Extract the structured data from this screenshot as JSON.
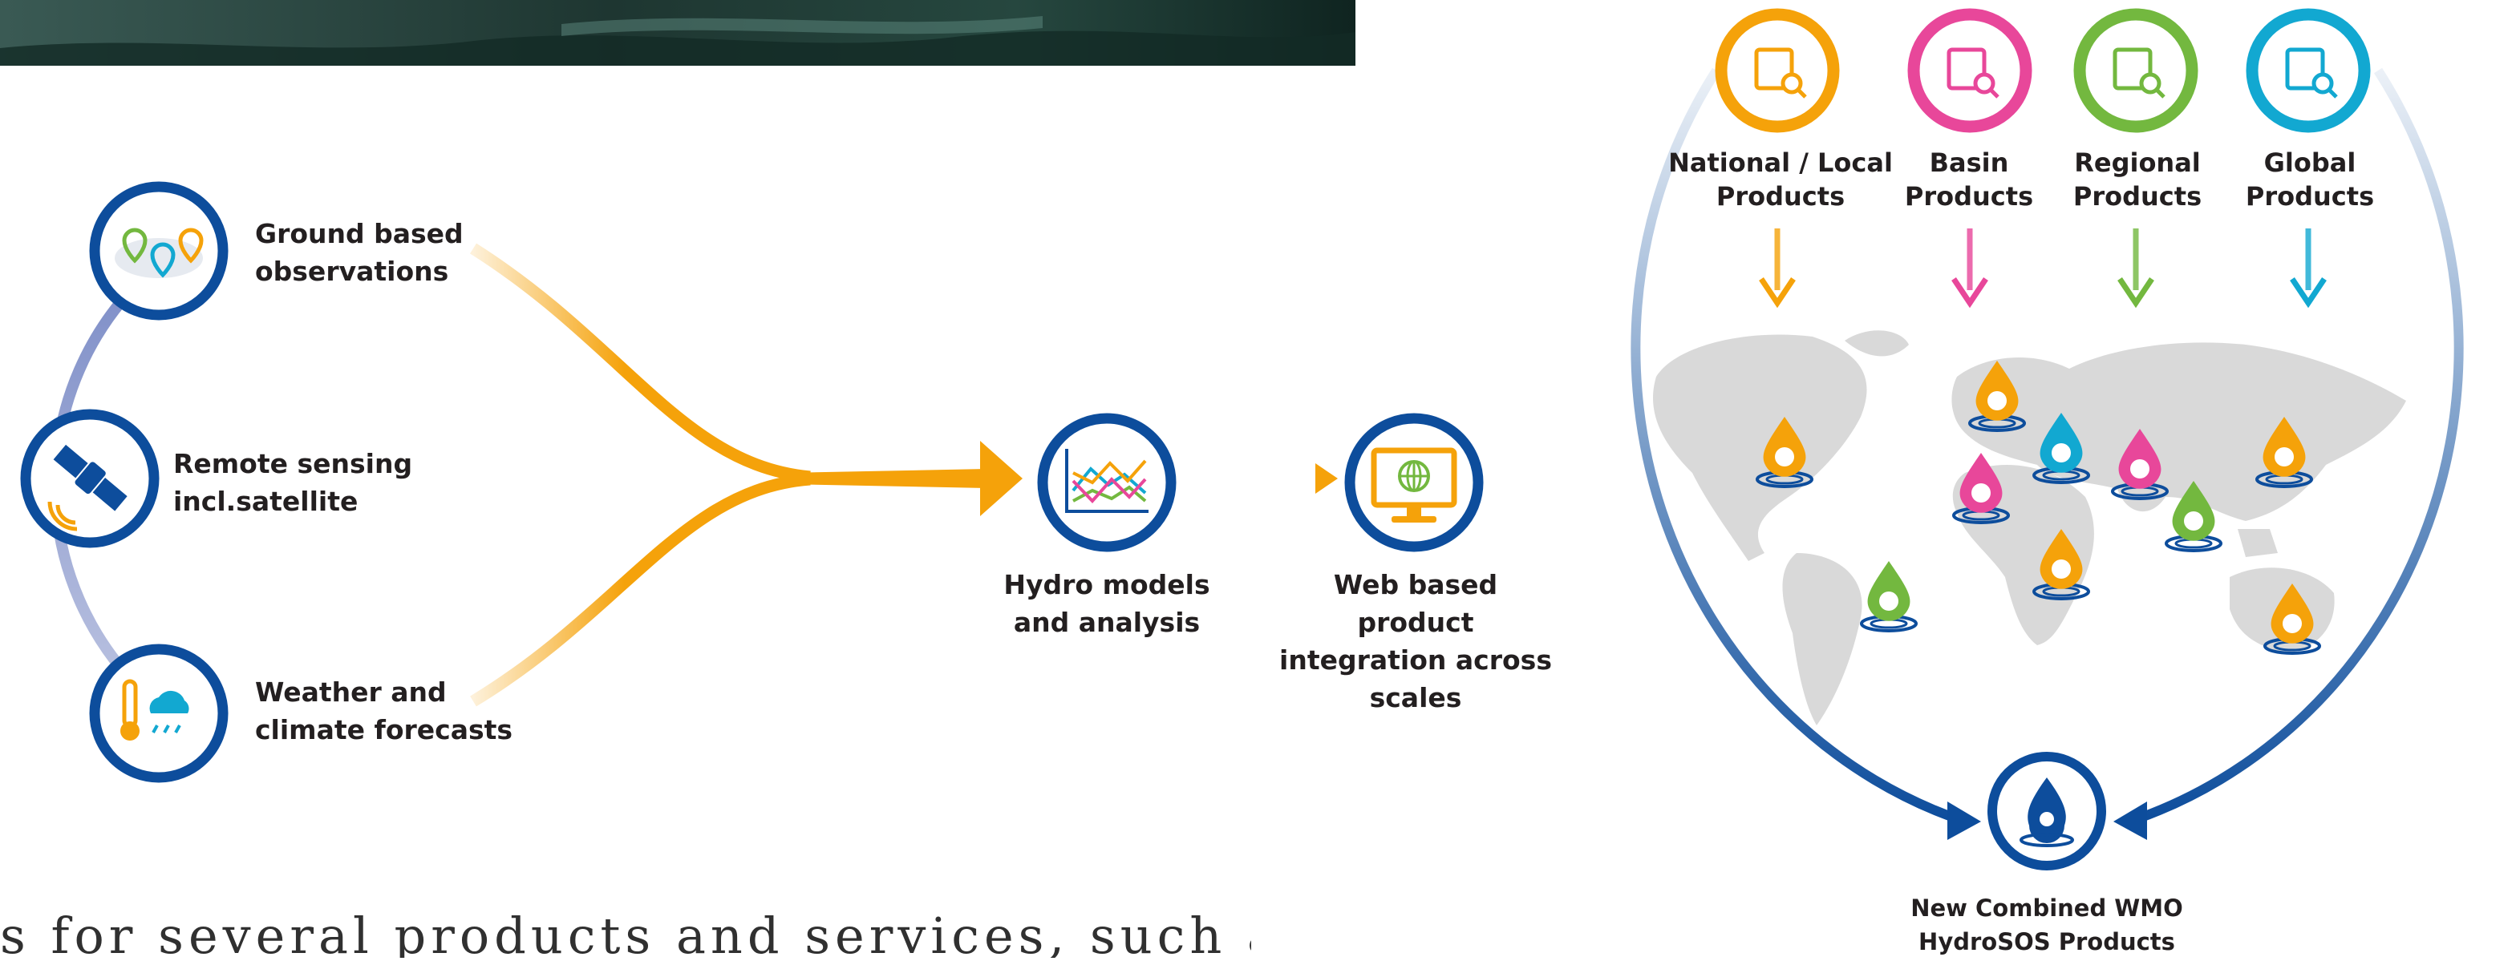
{
  "sources": [
    {
      "line1": "Ground based",
      "line2": "observations",
      "icon": "map-pins-icon"
    },
    {
      "line1": "Remote sensing",
      "line2": "incl.satellite",
      "icon": "satellite-icon"
    },
    {
      "line1": "Weather and",
      "line2": "climate forecasts",
      "icon": "thermometer-cloud-icon"
    }
  ],
  "hydro_models": {
    "line1": "Hydro models",
    "line2": "and analysis",
    "icon": "chart-icon"
  },
  "web_integration": {
    "line1": "Web based product",
    "line2": "integration across",
    "line3": "scales",
    "icon": "monitor-globe-icon"
  },
  "products": [
    {
      "line1": "National / Local",
      "line2": "Products",
      "color": "#f5a20a",
      "icon": "map-search-icon"
    },
    {
      "line1": "Basin",
      "line2": "Products",
      "color": "#e8479a",
      "icon": "trees-icon"
    },
    {
      "line1": "Regional",
      "line2": "Products",
      "color": "#73b83f",
      "icon": "region-map-icon"
    },
    {
      "line1": "Global",
      "line2": "Products",
      "color": "#12a8d1",
      "icon": "globe-search-icon"
    }
  ],
  "combined": {
    "line1": "New Combined WMO",
    "line2": "HydroSOS Products",
    "icon": "water-drop-icon"
  },
  "body_text": "s for several products and services, such as",
  "colors": {
    "navy": "#0d4d9c",
    "orange": "#f5a20a",
    "pink": "#e8479a",
    "green": "#73b83f",
    "cyan": "#12a8d1",
    "land": "#d9d9d9"
  }
}
